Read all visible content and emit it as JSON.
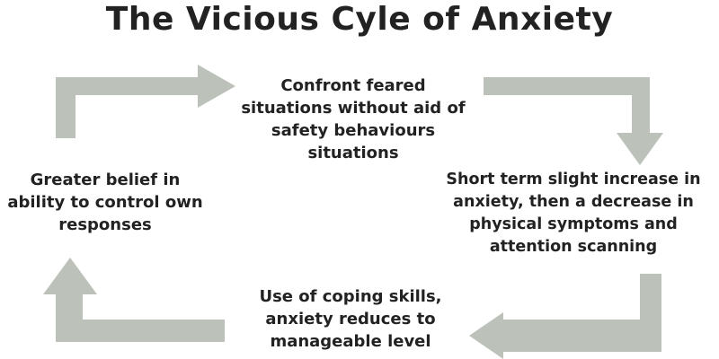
{
  "diagram": {
    "title": "The Vicious Cyle of Anxiety",
    "arrow_color": "#bcc1b9",
    "steps": {
      "top": "Confront feared\nsituations without aid of\nsafety behaviours\nsituations",
      "right": "Short term slight increase in\nanxiety, then a decrease in\nphysical symptoms and\nattention scanning",
      "bottom": "Use of coping skills,\nanxiety reduces to\nmanageable level",
      "left": "Greater belief in\nability to control own\nresponses"
    }
  }
}
